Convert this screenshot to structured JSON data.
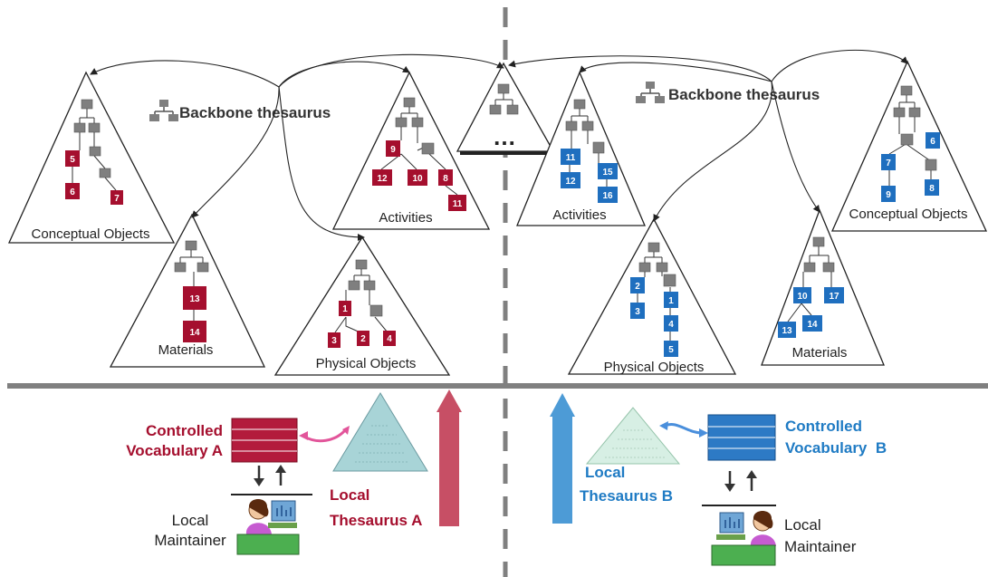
{
  "colors": {
    "red_term": "#a50f2e",
    "blue_term": "#1f6fbf",
    "gray_node": "#7f7f7f",
    "divider": "#808080",
    "red_text": "#a50f2e",
    "blue_text": "#1f7bc4",
    "red_arrow": "#c74f65",
    "blue_arrow": "#4d9bd6",
    "local_thesaurus_a": "#a8d4d7",
    "local_thesaurus_b": "#d7efe4",
    "vocab_a": "#b31b3c",
    "vocab_b": "#2d7ac5"
  },
  "left": {
    "backbone_label": "Backbone thesaurus",
    "triangles": {
      "conceptual": {
        "label": "Conceptual Objects",
        "nodes": [
          "5",
          "6",
          "7"
        ]
      },
      "activities": {
        "label": "Activities",
        "nodes": [
          "9",
          "12",
          "10",
          "8",
          "11"
        ]
      },
      "materials": {
        "label": "Materials",
        "nodes": [
          "13",
          "14"
        ]
      },
      "physical": {
        "label": "Physical Objects",
        "nodes": [
          "1",
          "3",
          "2",
          "4"
        ]
      }
    },
    "controlled_vocab": "Controlled Vocabulary A",
    "controlled_vocab_lines": [
      "Controlled",
      "Vocabulary A"
    ],
    "local_thesaurus_lines": [
      "Local",
      "Thesaurus A"
    ],
    "maintainer_lines": [
      "Local",
      "Maintainer"
    ]
  },
  "center": {
    "ellipsis": "…"
  },
  "right": {
    "backbone_label": "Backbone thesaurus",
    "triangles": {
      "activities": {
        "label": "Activities",
        "nodes": [
          "11",
          "12",
          "15",
          "16"
        ]
      },
      "conceptual": {
        "label": "Conceptual Objects",
        "nodes": [
          "6",
          "7",
          "9",
          "8"
        ]
      },
      "physical": {
        "label": "Physical Objects",
        "nodes": [
          "2",
          "3",
          "1",
          "4",
          "5"
        ]
      },
      "materials": {
        "label": "Materials",
        "nodes": [
          "10",
          "17",
          "13",
          "14"
        ]
      }
    },
    "controlled_vocab_lines": [
      "Controlled",
      "Vocabulary  B"
    ],
    "local_thesaurus_lines": [
      "Local",
      "Thesaurus B"
    ],
    "maintainer_lines": [
      "Local",
      "Maintainer"
    ]
  }
}
